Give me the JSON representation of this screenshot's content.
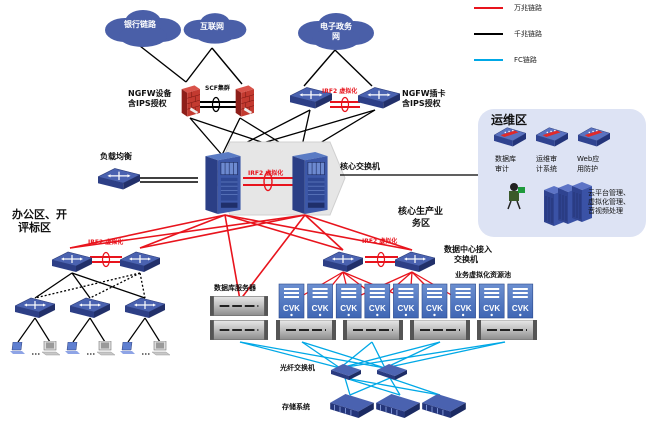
{
  "legend": {
    "items": [
      {
        "label": "万兆链路",
        "color": "#e8141d"
      },
      {
        "label": "千兆链路",
        "color": "#000000"
      },
      {
        "label": "FC链路",
        "color": "#00a8e6"
      }
    ]
  },
  "clouds": [
    {
      "label": "银行链路"
    },
    {
      "label": "互联网"
    },
    {
      "label": "电子政务网"
    }
  ],
  "firewall_group": {
    "label_line1": "NGFW设备",
    "label_line2": "含IPS授权",
    "cluster_label": "SCF集群"
  },
  "ngfw_card_group": {
    "label_line1": "NGFW插卡",
    "label_line2": "含IPS授权",
    "irf_label": "IRF2 虚拟化"
  },
  "load_balancer": {
    "label": "负载均衡"
  },
  "core_switch": {
    "label": "核心交换机",
    "irf_label": "IRF2 虚拟化"
  },
  "office_zone": {
    "label_line1": "办公区、开",
    "label_line2": "评标区",
    "irf_label": "IRF2 虚拟化"
  },
  "production_zone": {
    "label_line1": "核心生产业",
    "label_line2": "务区",
    "irf_label": "IRF2 虚拟化"
  },
  "dc_access_switch": {
    "label_line1": "数据中心接入",
    "label_line2": "交换机"
  },
  "virtualization_pool": {
    "label": "业务虚拟化资源池",
    "node_label": "CVK",
    "node_count": 9
  },
  "db_server": {
    "label": "数据库服务器"
  },
  "fc_switch": {
    "label": "光纤交换机"
  },
  "storage": {
    "label": "存储系统"
  },
  "ops_zone": {
    "title": "运维区",
    "devices": [
      {
        "line1": "数据库",
        "line2": "审计"
      },
      {
        "line1": "运维审",
        "line2": "计系统"
      },
      {
        "line1": "Web应",
        "line2": "用防护"
      }
    ],
    "platform_line1": "云平台管理、",
    "platform_line2": "虚拟化管理、",
    "platform_line3": "音视频处理"
  },
  "colors": {
    "ten_gig": "#e8141d",
    "gig": "#000000",
    "fc": "#00a8e6",
    "device_blue": "#3a4f9c",
    "cloud_blue": "#4a5fa8",
    "firewall_red": "#b8322b",
    "ops_bg": "#dde3f4"
  }
}
